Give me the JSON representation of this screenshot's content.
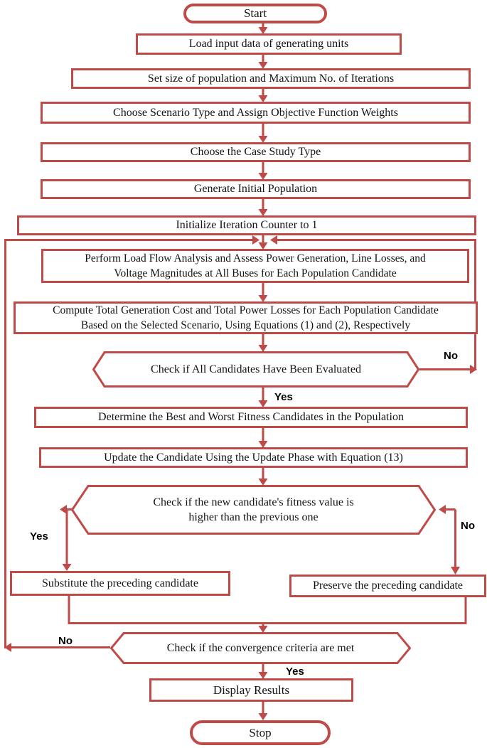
{
  "figure": {
    "type": "flowchart",
    "stroke_color": "#bf4b48",
    "text_color": "#141414",
    "nodes": {
      "start": "Start",
      "load_input": "Load input data of generating units",
      "set_size": "Set size of population and Maximum No. of Iterations",
      "choose_scenario": "Choose Scenario Type and Assign Objective Function Weights",
      "choose_case": "Choose the Case Study Type",
      "generate_population": "Generate Initial Population",
      "init_counter": "Initialize Iteration Counter to 1",
      "load_flow_line1": "Perform Load Flow Analysis and Assess Power Generation, Line Losses, and",
      "load_flow_line2": "Voltage Magnitudes at All Buses for Each Population Candidate",
      "compute_line1": "Compute Total Generation Cost and Total Power Losses for Each Population Candidate",
      "compute_line2": "Based on the Selected Scenario, Using Equations (1) and (2), Respectively",
      "check_candidates": "Check if All Candidates Have Been Evaluated",
      "determine_fitness": "Determine the Best and Worst Fitness Candidates in the Population",
      "update_candidate": "Update the Candidate Using the Update Phase with Equation (13)",
      "check_fitness_line1": "Check if the new candidate's fitness value is",
      "check_fitness_line2": "higher than the previous one",
      "substitute": "Substitute the preceding candidate",
      "preserve": "Preserve the preceding candidate",
      "check_convergence": "Check if the convergence criteria are met",
      "display_results": "Display Results",
      "stop": "Stop"
    },
    "edge_labels": {
      "candidates_no": "No",
      "candidates_yes": "Yes",
      "fitness_yes": "Yes",
      "fitness_no": "No",
      "convergence_no": "No",
      "convergence_yes": "Yes"
    }
  }
}
